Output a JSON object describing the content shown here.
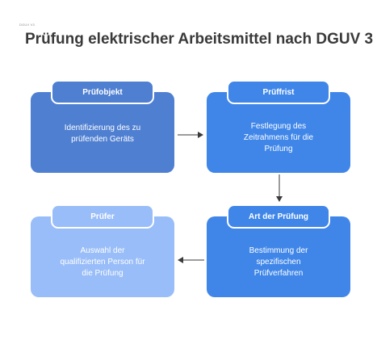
{
  "logo_text": "DGUV V3",
  "title": "Prüfung elektrischer Arbeitsmittel nach DGUV 3",
  "steps": [
    {
      "label": "Prüfobjekt",
      "lines": [
        "Identifizierung des zu",
        "prüfenden Geräts"
      ]
    },
    {
      "label": "Prüffrist",
      "lines": [
        "Festlegung des",
        "Zeitrahmens für die",
        "Prüfung"
      ]
    },
    {
      "label": "Art der Prüfung",
      "lines": [
        "Bestimmung der",
        "spezifischen",
        "Prüfverfahren"
      ]
    },
    {
      "label": "Prüfer",
      "lines": [
        "Auswahl der",
        "qualifizierten Person für",
        "die Prüfung"
      ]
    }
  ],
  "colors": {
    "step1": "#4f7fd1",
    "step2": "#3f86e8",
    "step3": "#3f86e8",
    "step4": "#99bdf8",
    "arrow": "#3a3a3a"
  }
}
